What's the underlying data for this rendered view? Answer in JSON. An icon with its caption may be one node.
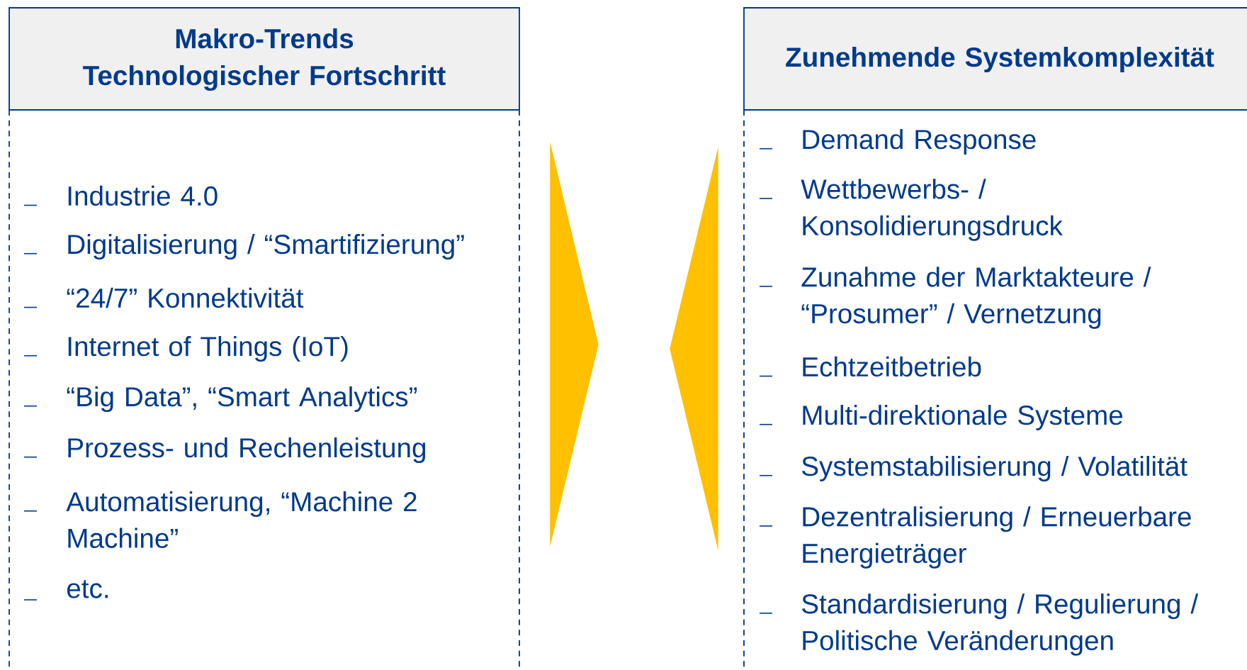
{
  "diagram": {
    "nodes": [
      {
        "text": [
          "Makro-Trends Technologischer Fortschritt",
          "Industrie 4.0",
          "Digitalisierung / “Smartifizierung”",
          "“24/7” Konnektivität",
          "Internet of Things (IoT)",
          "“Big Data”, “Smart Analytics”",
          "Prozess- und Rechenleistung",
          "Automatisierung, “Machine 2 Machine”",
          "etc."
        ]
      },
      {
        "text": [
          "Zunehmende Systemkomplexität",
          "Demand Response",
          "Wettbewerbs- / Konsolidierungsdruck",
          "Zunahme der Marktakteure / “Prosumer” / Vernetzung",
          "Echtzeitbetrieb",
          "Multi-direktionale Systeme",
          "Systemstabilisierung / Volatilität",
          "Dezentralisierung / Erneuerbare Energieträger",
          "Standardisierung / Regulierung / Politische Veränderungen"
        ]
      }
    ],
    "edges": [
      {
        "from": 0,
        "to": 1,
        "arrow": "to"
      },
      {
        "from": 1,
        "to": 0,
        "arrow": "to"
      }
    ]
  }
}
